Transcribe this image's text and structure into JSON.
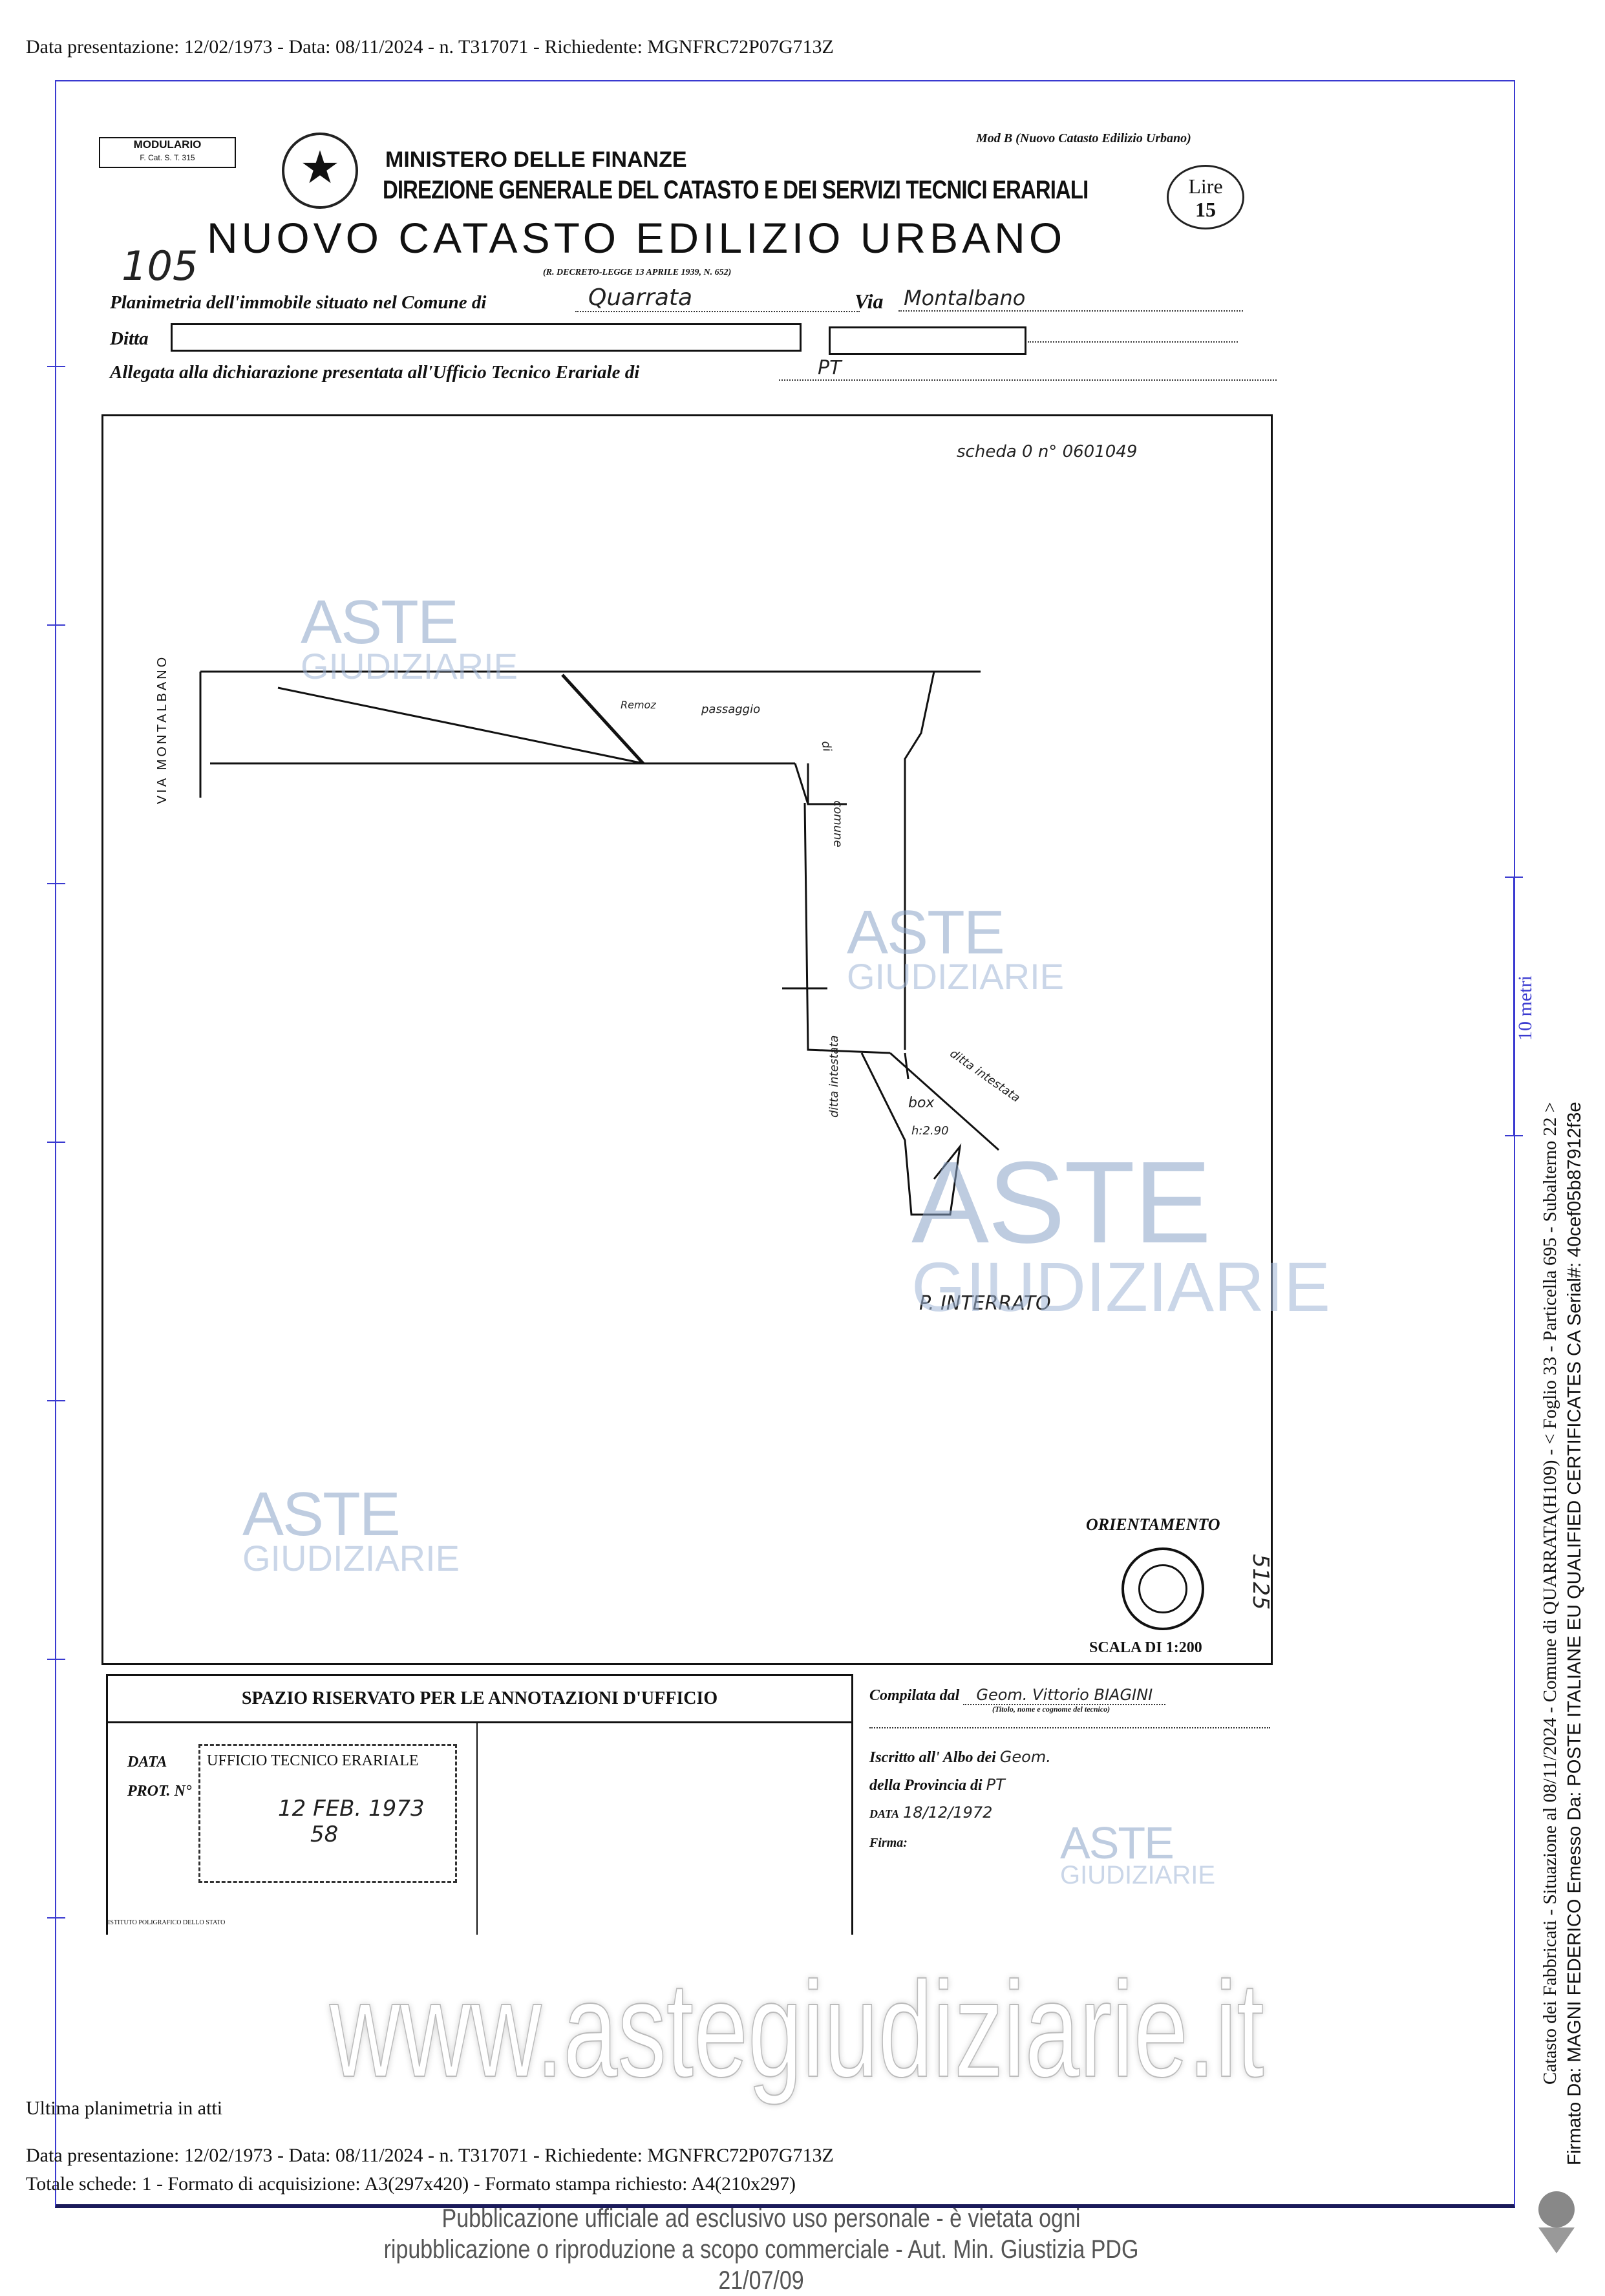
{
  "top_header": "Data presentazione: 12/02/1973 - Data: 08/11/2024 - n. T317071 - Richiedente: MGNFRC72P07G713Z",
  "form": {
    "modulario": "MODULARIO",
    "modulario_code": "F. Cat. S. T. 315",
    "mod_b": "Mod B (Nuovo Catasto Edilizio Urbano)",
    "ministry": "MINISTERO DELLE FINANZE",
    "direction": "DIREZIONE GENERALE DEL CATASTO E DEI SERVIZI TECNICI ERARIALI",
    "title": "NUOVO CATASTO EDILIZIO URBANO",
    "decree": "(R. DECRETO-LEGGE 13 APRILE 1939, N. 652)",
    "price_label": "Lire",
    "price": "15",
    "handwritten_number": "105",
    "planimetria_label": "Planimetria dell'immobile situato nel Comune di",
    "comune": "Quarrata",
    "via_label": "Via",
    "via": "Montalbano",
    "ditta_label": "Ditta",
    "allegata_label": "Allegata alla dichiarazione presentata all'Ufficio Tecnico Erariale di",
    "ufficio": "PT"
  },
  "plan": {
    "scheda": "scheda 0 n° 0601049",
    "street": "VIA MONTALBANO",
    "labels": [
      "Remoz",
      "passaggio",
      "di",
      "comune",
      "ditta intestata",
      "box",
      "h:2.90",
      "ditta intestata",
      "P. INTERRATO"
    ],
    "orientamento": "ORIENTAMENTO",
    "scala": "SCALA DI 1:200",
    "side_number": "5125"
  },
  "bottom": {
    "annotazioni": "SPAZIO RISERVATO PER LE ANNOTAZIONI D'UFFICIO",
    "data_label": "DATA",
    "prot_label": "PROT. N°",
    "stamp_text": "UFFICIO TECNICO ERARIALE",
    "stamp_date": "12 FEB. 1973",
    "stamp_num": "58",
    "printer": "ISTITUTO POLIGRAFICO DELLO STATO",
    "compilata_label": "Compilata dal",
    "compilata": "Geom. Vittorio BIAGINI",
    "titolo_note": "(Titolo, nome e cognome del tecnico)",
    "iscritto_label": "Iscritto all' Albo dei",
    "iscritto": "Geom.",
    "provincia_label": "della Provincia di",
    "provincia": "PT",
    "data_label2": "DATA",
    "data": "18/12/1972",
    "firma_label": "Firma:"
  },
  "footer": {
    "ultima": "Ultima planimetria in atti",
    "data_line": "Data presentazione: 12/02/1973 - Data: 08/11/2024 - n. T317071 - Richiedente: MGNFRC72P07G713Z",
    "totale": "Totale schede: 1 - Formato di acquisizione: A3(297x420) - Formato stampa richiesto: A4(210x297)",
    "disclaimer1": "Pubblicazione ufficiale ad esclusivo uso personale - è vietata ogni",
    "disclaimer2": "ripubblicazione o riproduzione a scopo commerciale - Aut. Min. Giustizia PDG 21/07/09",
    "website": "www.astegiudiziarie.it"
  },
  "side": {
    "scale": "10 metri",
    "catasto": "Catasto dei Fabbricati - Situazione al 08/11/2024 - Comune di QUARRATA(H109) - < Foglio 33 - Particella 695 - Subalterno 22 >",
    "firmato": "Firmato Da: MAGNI FEDERICO Emesso Da: POSTE ITALIANE EU QUALIFIED CERTIFICATES CA Serial#: 40cef05b87912f3e"
  },
  "watermark": {
    "aste": "ASTE",
    "giudiziarie": "GIUDIZIARIE"
  }
}
